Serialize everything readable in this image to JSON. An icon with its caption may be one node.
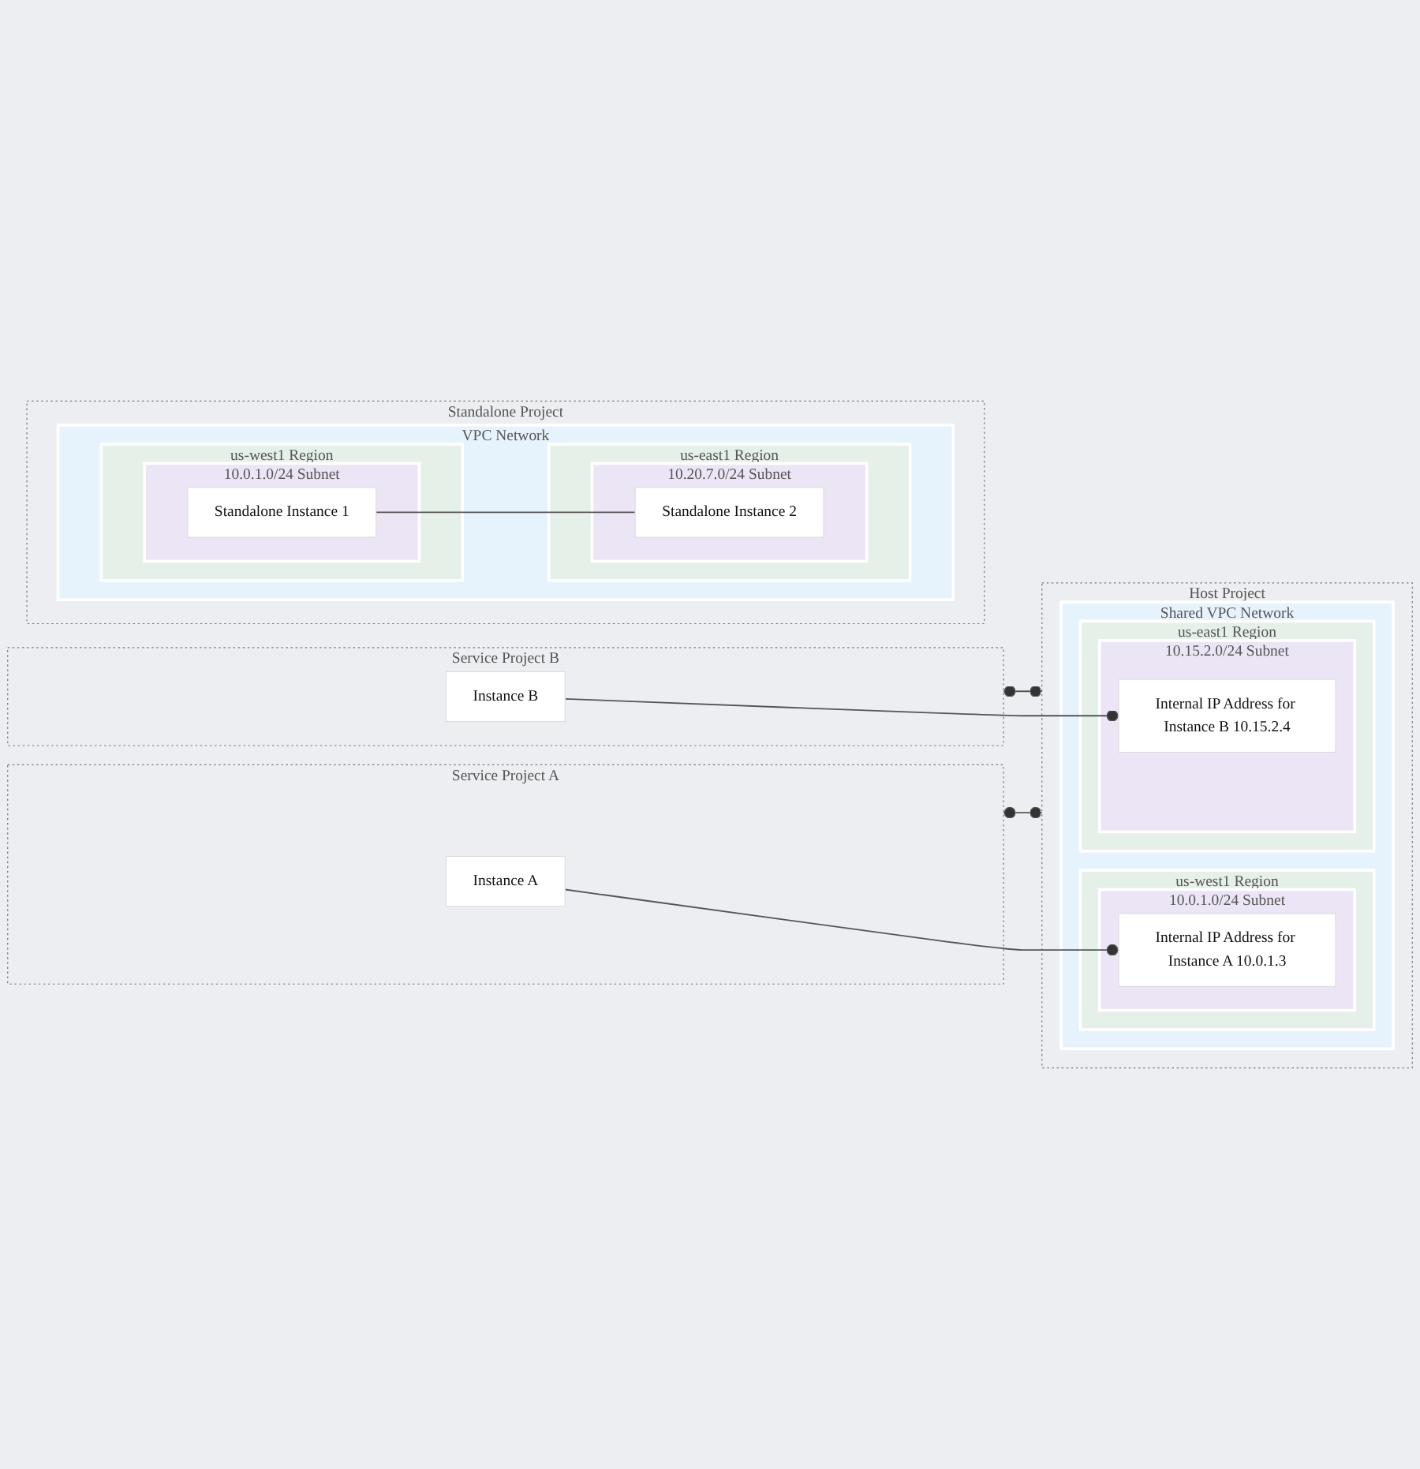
{
  "diagram": {
    "nodes": [
      {
        "text": [
          "Service Project A"
        ]
      },
      {
        "text": [
          "Instance A"
        ],
        "in": 0
      },
      {
        "text": [
          "Host Project"
        ]
      },
      {
        "text": [
          "Shared VPC Network"
        ],
        "in": 2
      },
      {
        "text": [
          "us-west1 Region"
        ],
        "in": 3
      },
      {
        "text": [
          "10.0.1.0/24 Subnet"
        ],
        "in": 4
      },
      {
        "text": [
          "Internal IP Address for Instance A 10.0.1.3"
        ],
        "in": 5
      },
      {
        "text": [
          "us-east1 Region"
        ],
        "in": 3
      },
      {
        "text": [
          "10.15.2.0/24 Subnet"
        ],
        "in": 7
      },
      {
        "text": [
          "Internal IP Address for Instance B 10.15.2.4"
        ],
        "in": 8
      },
      {
        "text": [
          "Service Project B"
        ]
      },
      {
        "text": [
          "Instance B"
        ],
        "in": 10
      },
      {
        "text": [
          "Standalone Project"
        ]
      },
      {
        "text": [
          "VPC Network"
        ],
        "in": 12
      },
      {
        "text": [
          "us-west1 Region"
        ],
        "in": 13
      },
      {
        "text": [
          "10.0.1.0/24 Subnet"
        ],
        "in": 14
      },
      {
        "text": [
          "Standalone Instance 1"
        ],
        "in": 15
      },
      {
        "text": [
          "us-east1 Region"
        ],
        "in": 13
      },
      {
        "text": [
          "10.20.7.0/24 Subnet"
        ],
        "in": 17
      },
      {
        "text": [
          "Standalone Instance 2"
        ],
        "in": 18
      }
    ],
    "edges": [
      {
        "from": 0,
        "to": 2,
        "arrow": "other"
      },
      {
        "from": 1,
        "to": 6,
        "arrow": "other"
      },
      {
        "from": 10,
        "to": 2,
        "arrow": "other"
      },
      {
        "from": 11,
        "to": 9,
        "arrow": "other"
      },
      {
        "from": 16,
        "to": 19,
        "arrow": "none"
      }
    ]
  }
}
